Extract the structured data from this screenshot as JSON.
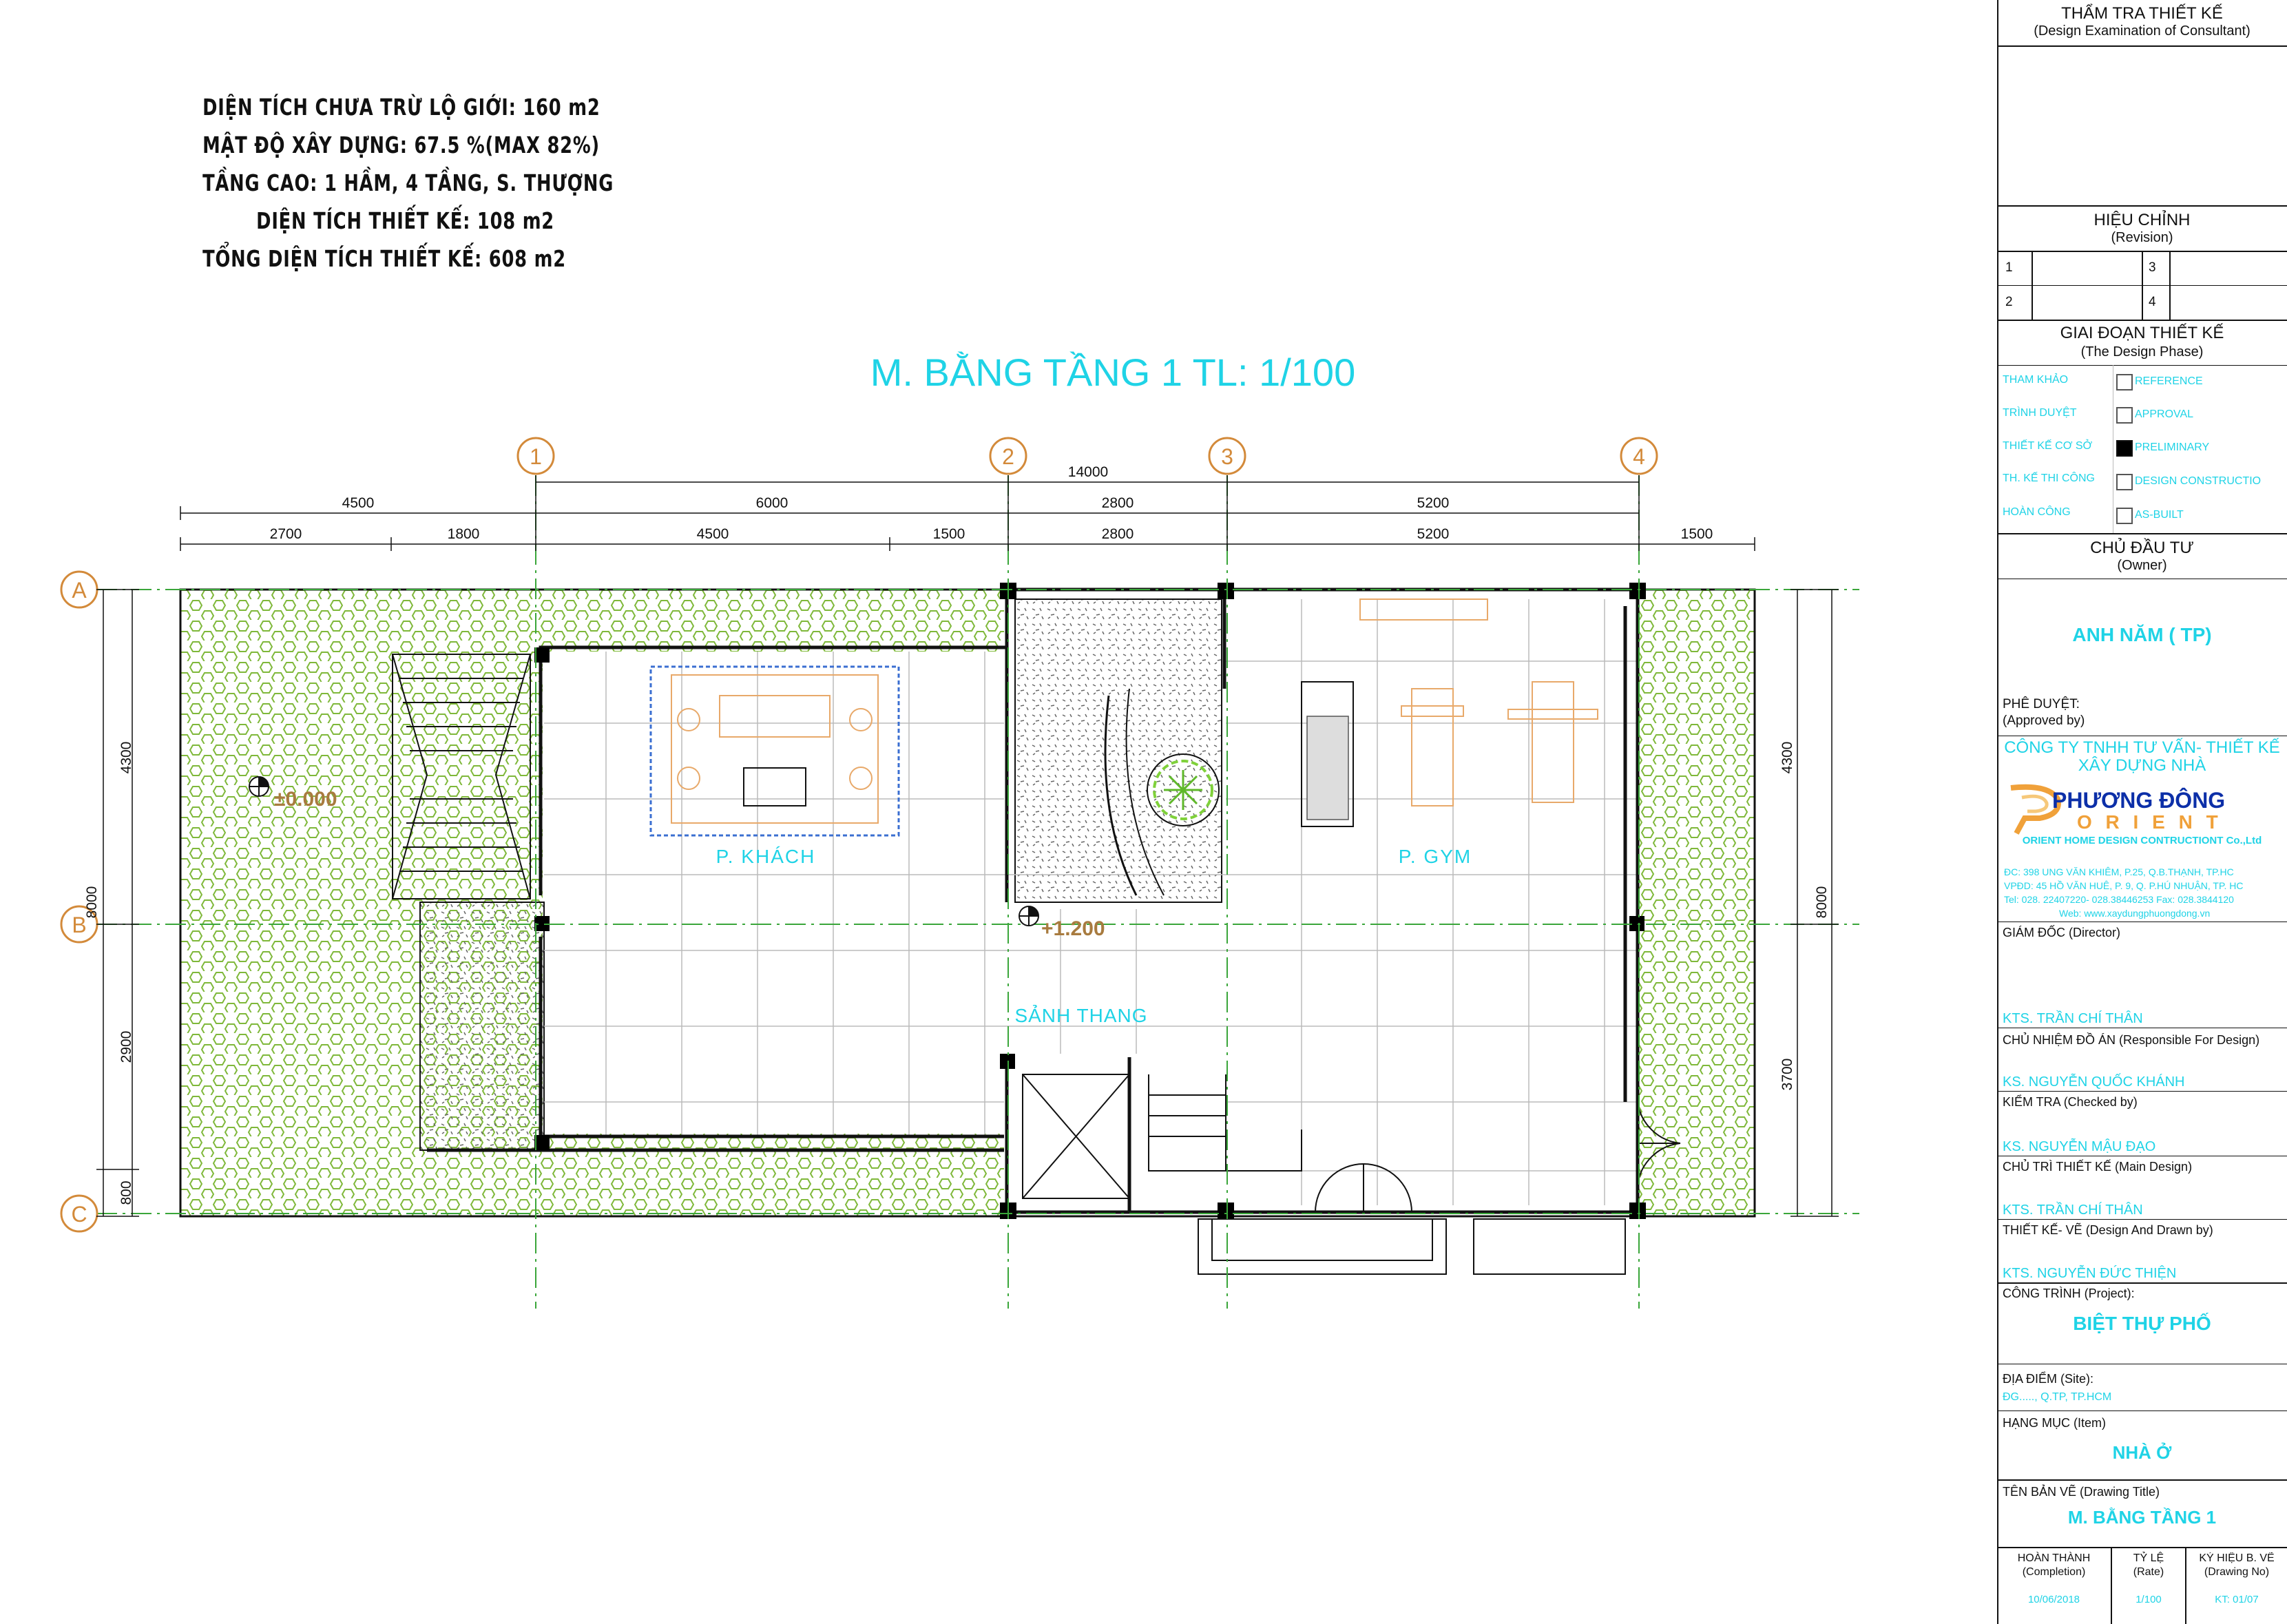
{
  "drawing_title": "M. BẰNG TẦNG 1 TL: 1/100",
  "site_info": [
    "DIỆN TÍCH CHƯA TRỪ LỘ GIỚI: 160 m2",
    "MẬT ĐỘ XÂY DỰNG: 67.5 %(MAX 82%)",
    "TẦNG CAO: 1 HẦM, 4 TẦNG, S. THƯỢNG",
    "DIỆN TÍCH THIẾT KẾ: 108 m2",
    "TỔNG DIỆN TÍCH THIẾT KẾ: 608 m2"
  ],
  "grid_axes": {
    "columns": [
      "1",
      "2",
      "3",
      "4"
    ],
    "rows": [
      "A",
      "B",
      "C"
    ]
  },
  "dimensions": {
    "overall_top": "14000",
    "top_row1": [
      "4500",
      "6000",
      "2800",
      "5200"
    ],
    "top_row2": [
      "2700",
      "1800",
      "4500",
      "1500",
      "2800",
      "5200",
      "1500"
    ],
    "left": [
      "4300",
      "8000",
      "2900",
      "800"
    ],
    "right": [
      "4300",
      "8000",
      "3700"
    ]
  },
  "rooms": {
    "living": "P. KHÁCH",
    "gym": "P. GYM",
    "hall": "SẢNH THANG"
  },
  "levels": {
    "ground": "±0.000",
    "floor": "+1.200"
  },
  "colors": {
    "accent": "#1fd3e6",
    "level_text": "#a87b3f",
    "hatch": "#7fb83a",
    "line": "#111111"
  },
  "title_block": {
    "consultant": {
      "title": "THẨM TRA THIẾT KẾ",
      "subtitle": "(Design Examination of Consultant)"
    },
    "revision": {
      "title": "HIỆU CHỈNH",
      "subtitle": "(Revision)",
      "cells": [
        "1",
        "3",
        "2",
        "4"
      ]
    },
    "phase": {
      "title": "GIAI ĐOẠN THIẾT KẾ",
      "subtitle": "(The Design Phase)",
      "items": [
        {
          "vn": "THAM KHẢO",
          "en": "REFERENCE",
          "checked": false
        },
        {
          "vn": "TRÌNH DUYỆT",
          "en": "APPROVAL",
          "checked": false
        },
        {
          "vn": "THIẾT KẾ CƠ SỞ",
          "en": "PRELIMINARY",
          "checked": true
        },
        {
          "vn": "TH. KẾ THI CÔNG",
          "en": "DESIGN CONSTRUCTIO",
          "checked": false
        },
        {
          "vn": "HOÀN CÔNG",
          "en": "AS-BUILT",
          "checked": false
        }
      ]
    },
    "owner": {
      "title": "CHỦ ĐẦU TƯ",
      "subtitle": "(Owner)",
      "name": "ANH NĂM ( TP)"
    },
    "approved": {
      "label": "PHÊ DUYỆT:",
      "sublabel": "(Approved by)"
    },
    "company": {
      "name_line1": "CÔNG TY TNHH TƯ VẤN- THIẾT KẾ",
      "name_line2": "XÂY DỰNG NHÀ",
      "logo_main": "PHƯƠNG ĐÔNG",
      "logo_sub": "O R I E N T",
      "logo_en": "ORIENT HOME DESIGN CONTRUCTIONT Co.,Ltd",
      "addr1": "ĐC: 398 UNG VĂN KHIÊM, P.25, Q.B.THẠNH, TP.HC",
      "addr2": "VPĐD: 45 HỒ VĂN HUÊ, P. 9, Q. P.HÚ NHUẬN, TP. HC",
      "phone": "Tel: 028. 22407220- 028.38446253   Fax: 028.3844120",
      "web": "Web: www.xaydungphuongdong.vn"
    },
    "people": [
      {
        "role": "GIÁM ĐỐC (Director)",
        "name": "KTS. TRẦN CHÍ THÂN"
      },
      {
        "role": "CHỦ NHIỆM ĐỒ ÁN (Responsible For Design)",
        "name": "KS. NGUYỄN QUỐC KHÁNH"
      },
      {
        "role": "KIỂM TRA (Checked by)",
        "name": "KS. NGUYỄN MẬU ĐẠO"
      },
      {
        "role": "CHỦ TRÌ THIẾT KẾ (Main Design)",
        "name": "KTS. TRẦN CHÍ THÂN"
      },
      {
        "role": "THIẾT KẾ- VẼ (Design And Drawn by)",
        "name": "KTS. NGUYỄN ĐỨC THIỆN"
      }
    ],
    "project": {
      "label": "CÔNG TRÌNH (Project):",
      "value": "BIỆT THỰ PHỐ"
    },
    "site": {
      "label": "ĐỊA ĐIỂM (Site):",
      "value": "ĐG....., Q.TP, TP.HCM"
    },
    "item": {
      "label": "HẠNG MỤC (Item)",
      "value": "NHÀ Ở"
    },
    "drawing": {
      "label": "TÊN BẢN VẼ (Drawing Title)",
      "value": "M. BẰNG TẦNG 1"
    },
    "footer": [
      {
        "label": "HOÀN THÀNH",
        "sub": "(Completion)",
        "value": "10/06/2018"
      },
      {
        "label": "TỶ LỆ",
        "sub": "(Rate)",
        "value": "1/100"
      },
      {
        "label": "KÝ HIỆU B. VẼ",
        "sub": "(Drawing No)",
        "value": "KT: 01/07"
      }
    ]
  }
}
